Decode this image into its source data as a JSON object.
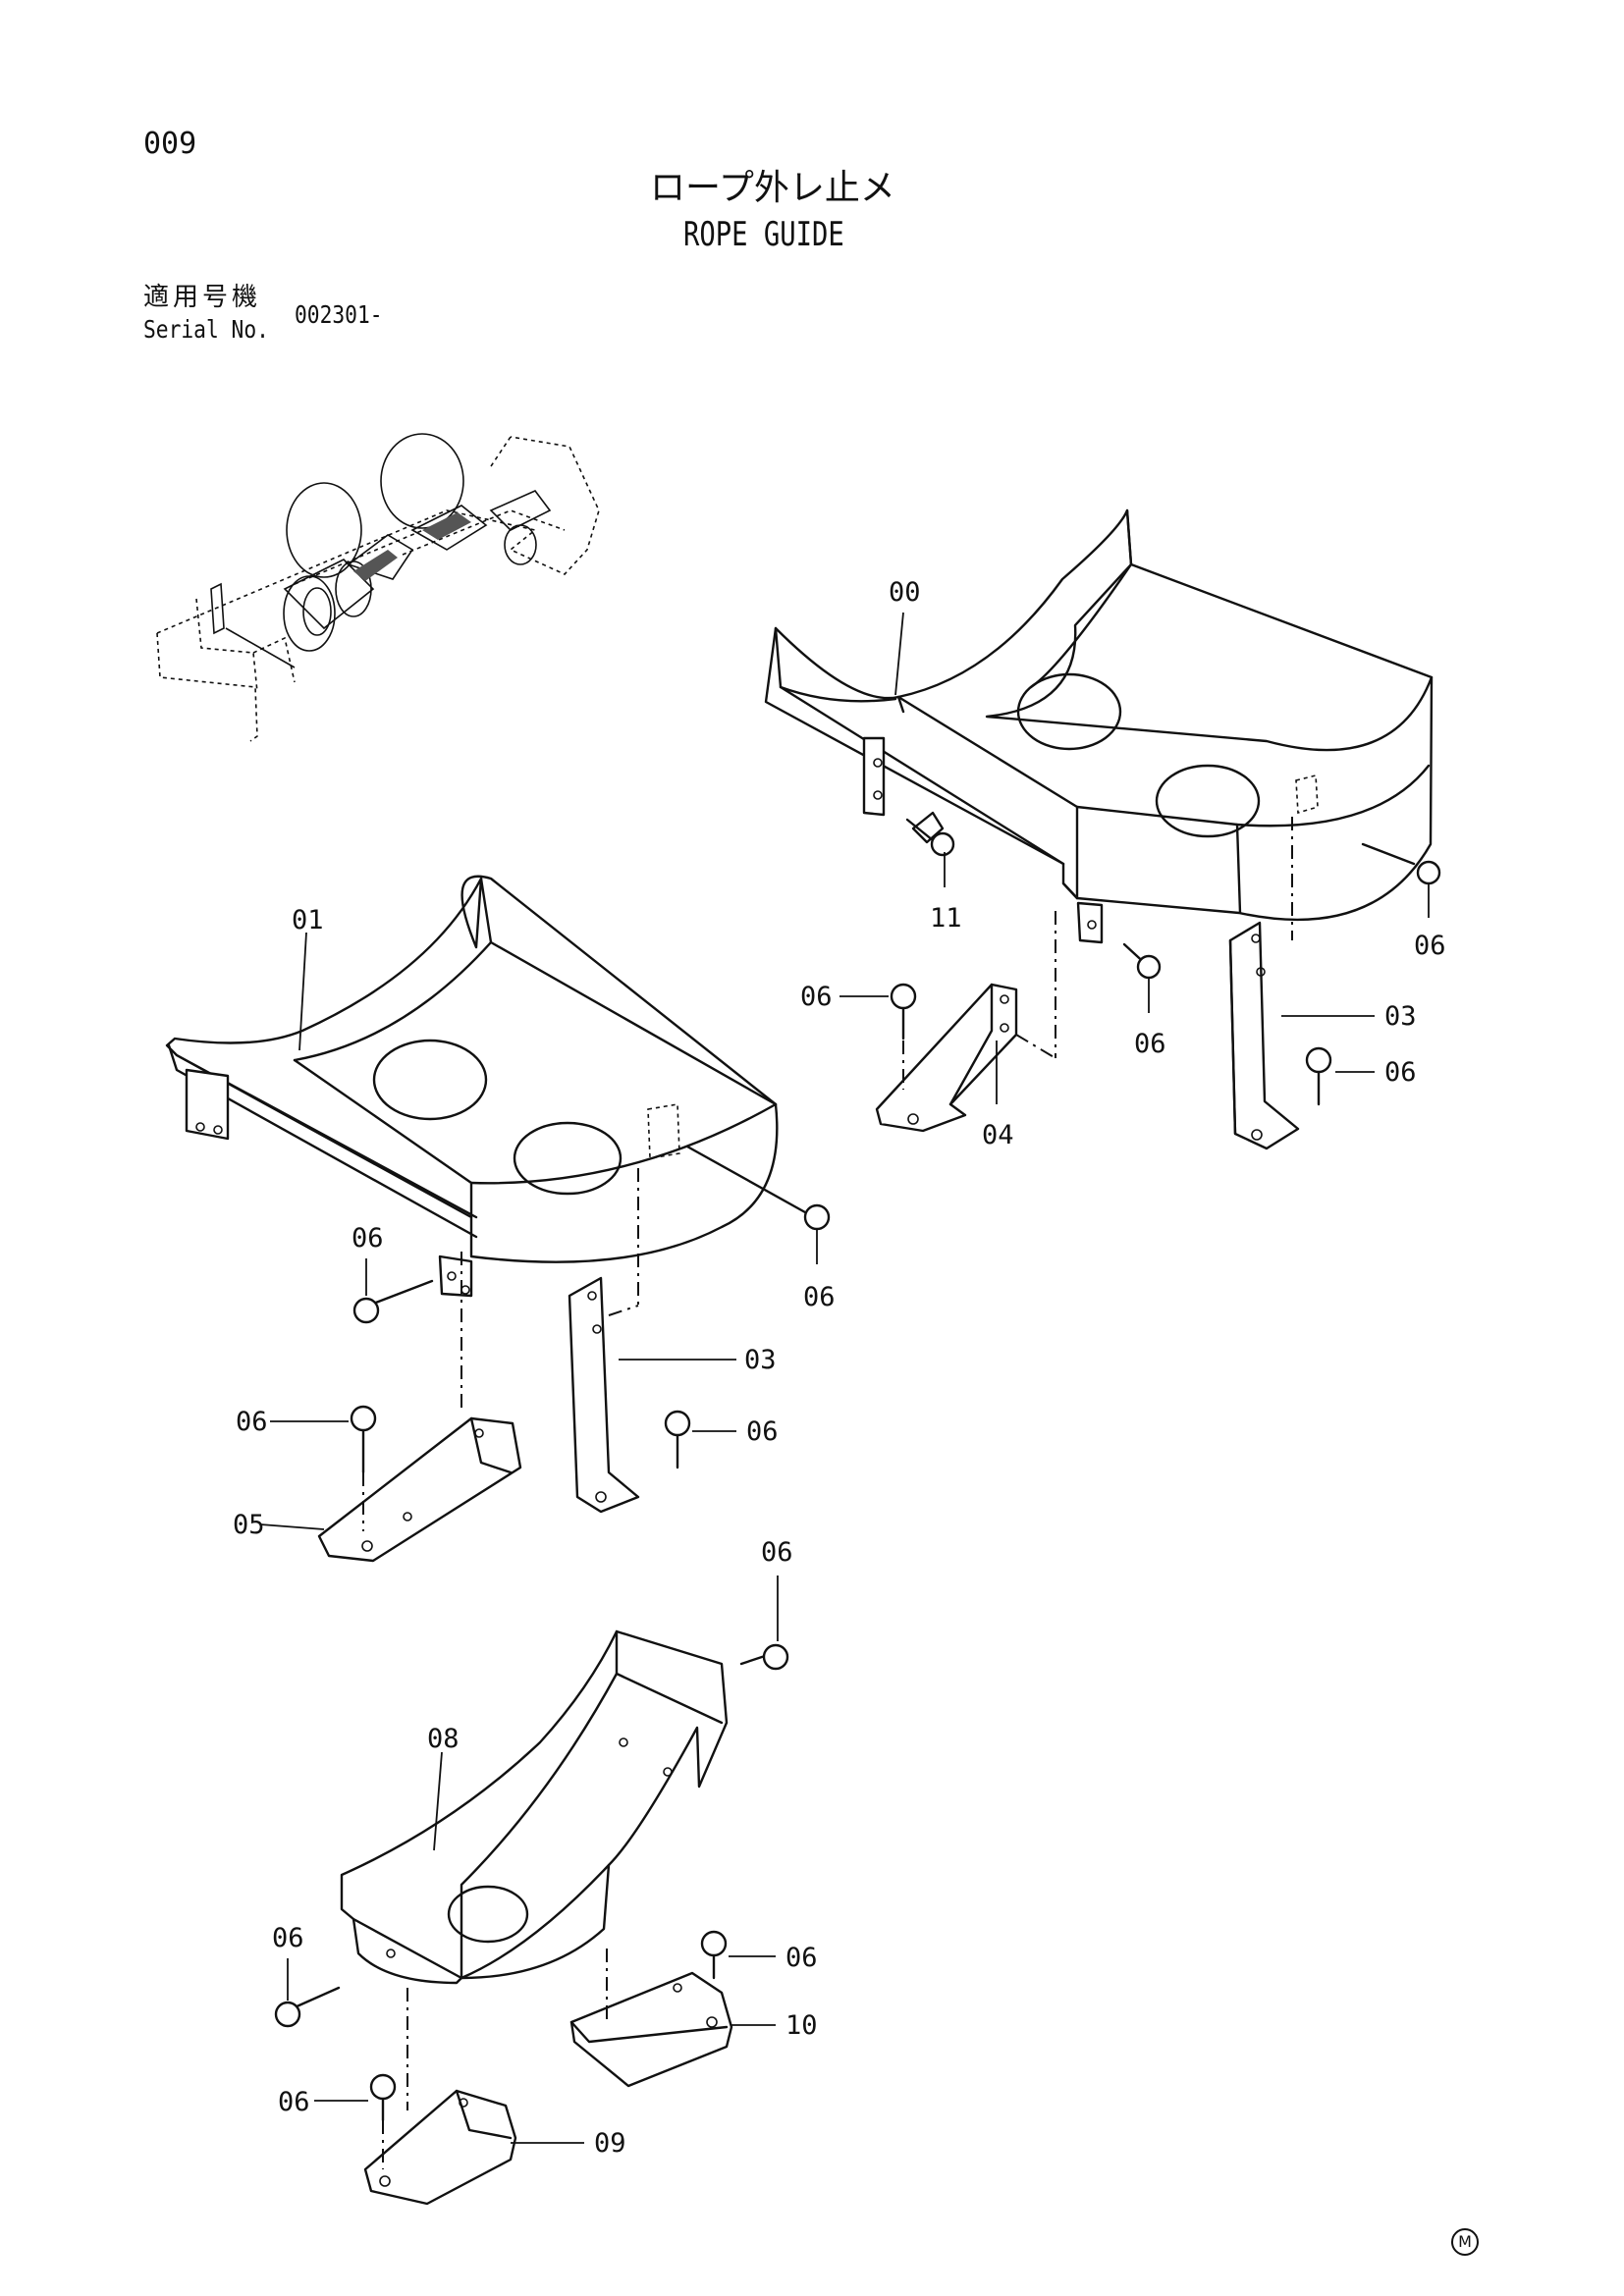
{
  "page_number": "009",
  "title_jp": "ロープ外レ止メ",
  "title_en": "ROPE GUIDE",
  "serial": {
    "label_jp": "適用号機",
    "label_en": "Serial No.",
    "value": "002301-"
  },
  "maker_mark": "M",
  "callouts": {
    "c00": "00",
    "c11": "11",
    "c06_a": "06",
    "c06_b": "06",
    "c06_c": "06",
    "c06_d": "06",
    "c03_a": "03",
    "c04": "04",
    "c01": "01",
    "c06_e": "06",
    "c06_f": "06",
    "c03_b": "03",
    "c06_g": "06",
    "c06_h": "06",
    "c05": "05",
    "c06_i": "06",
    "c08": "08",
    "c06_j": "06",
    "c06_k": "06",
    "c10": "10",
    "c06_l": "06",
    "c09": "09"
  }
}
